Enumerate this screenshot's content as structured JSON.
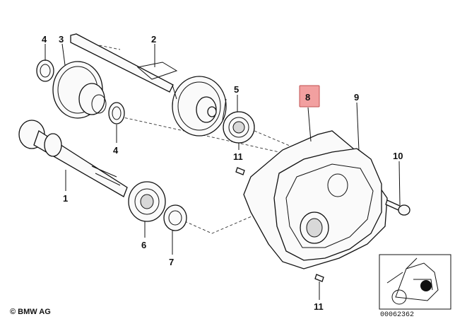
{
  "callouts": {
    "p1": "1",
    "p2": "2",
    "p3": "3",
    "p4a": "4",
    "p4b": "4",
    "p5": "5",
    "p6": "6",
    "p7": "7",
    "p8": "8",
    "p9": "9",
    "p10": "10",
    "p11a": "11",
    "p11b": "11"
  },
  "highlight_color": "#f2a0a0",
  "copyright": "© BMW AG",
  "image_ref": "00062362"
}
